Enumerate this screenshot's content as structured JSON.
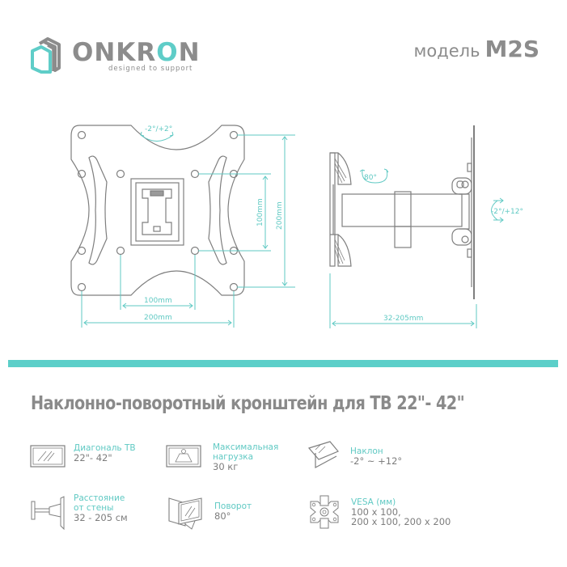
{
  "brand": {
    "name_prefix": "ONKR",
    "name_accent": "O",
    "name_suffix": "N",
    "tagline": "designed to support",
    "accent_color": "#5fcdc8",
    "text_color": "#8c8c8c"
  },
  "model": {
    "label": "модель",
    "code": "M2S"
  },
  "front_view": {
    "tilt_label": "-2°/+2°",
    "dim_vertical_inner": "100mm",
    "dim_vertical_outer": "200mm",
    "dim_horizontal_inner": "100mm",
    "dim_horizontal_outer": "200mm"
  },
  "side_view": {
    "swivel_label": "80°",
    "tilt_label": "-2°/+12°",
    "dim_depth": "32-205mm"
  },
  "title": "Наклонно-поворотный кронштейн для ТВ 22\"- 42\"",
  "specs": [
    {
      "icon": "tv-screen-icon",
      "label_lines": [
        "Диагональ ТВ"
      ],
      "value_lines": [
        "22\"- 42\""
      ]
    },
    {
      "icon": "weight-load-icon",
      "label_lines": [
        "Максимальная",
        "нагрузка"
      ],
      "value_lines": [
        "30 кг"
      ]
    },
    {
      "icon": "tilt-icon",
      "label_lines": [
        "Наклон"
      ],
      "value_lines": [
        "-2° ~ +12°"
      ]
    },
    {
      "icon": "wall-distance-icon",
      "label_lines": [
        "Расстояние",
        "от стены"
      ],
      "value_lines": [
        "32 - 205 см"
      ]
    },
    {
      "icon": "swivel-icon",
      "label_lines": [
        "Поворот"
      ],
      "value_lines": [
        "80°"
      ]
    },
    {
      "icon": "vesa-plate-icon",
      "label_lines": [
        "VESA (мм)"
      ],
      "value_lines": [
        "100 x 100,",
        "200 x 100, 200 x 200"
      ]
    }
  ],
  "colors": {
    "accent_bar": "#5ccfc9",
    "line_gray": "#7f7f7f",
    "dimension_teal": "#5fc9c3"
  }
}
